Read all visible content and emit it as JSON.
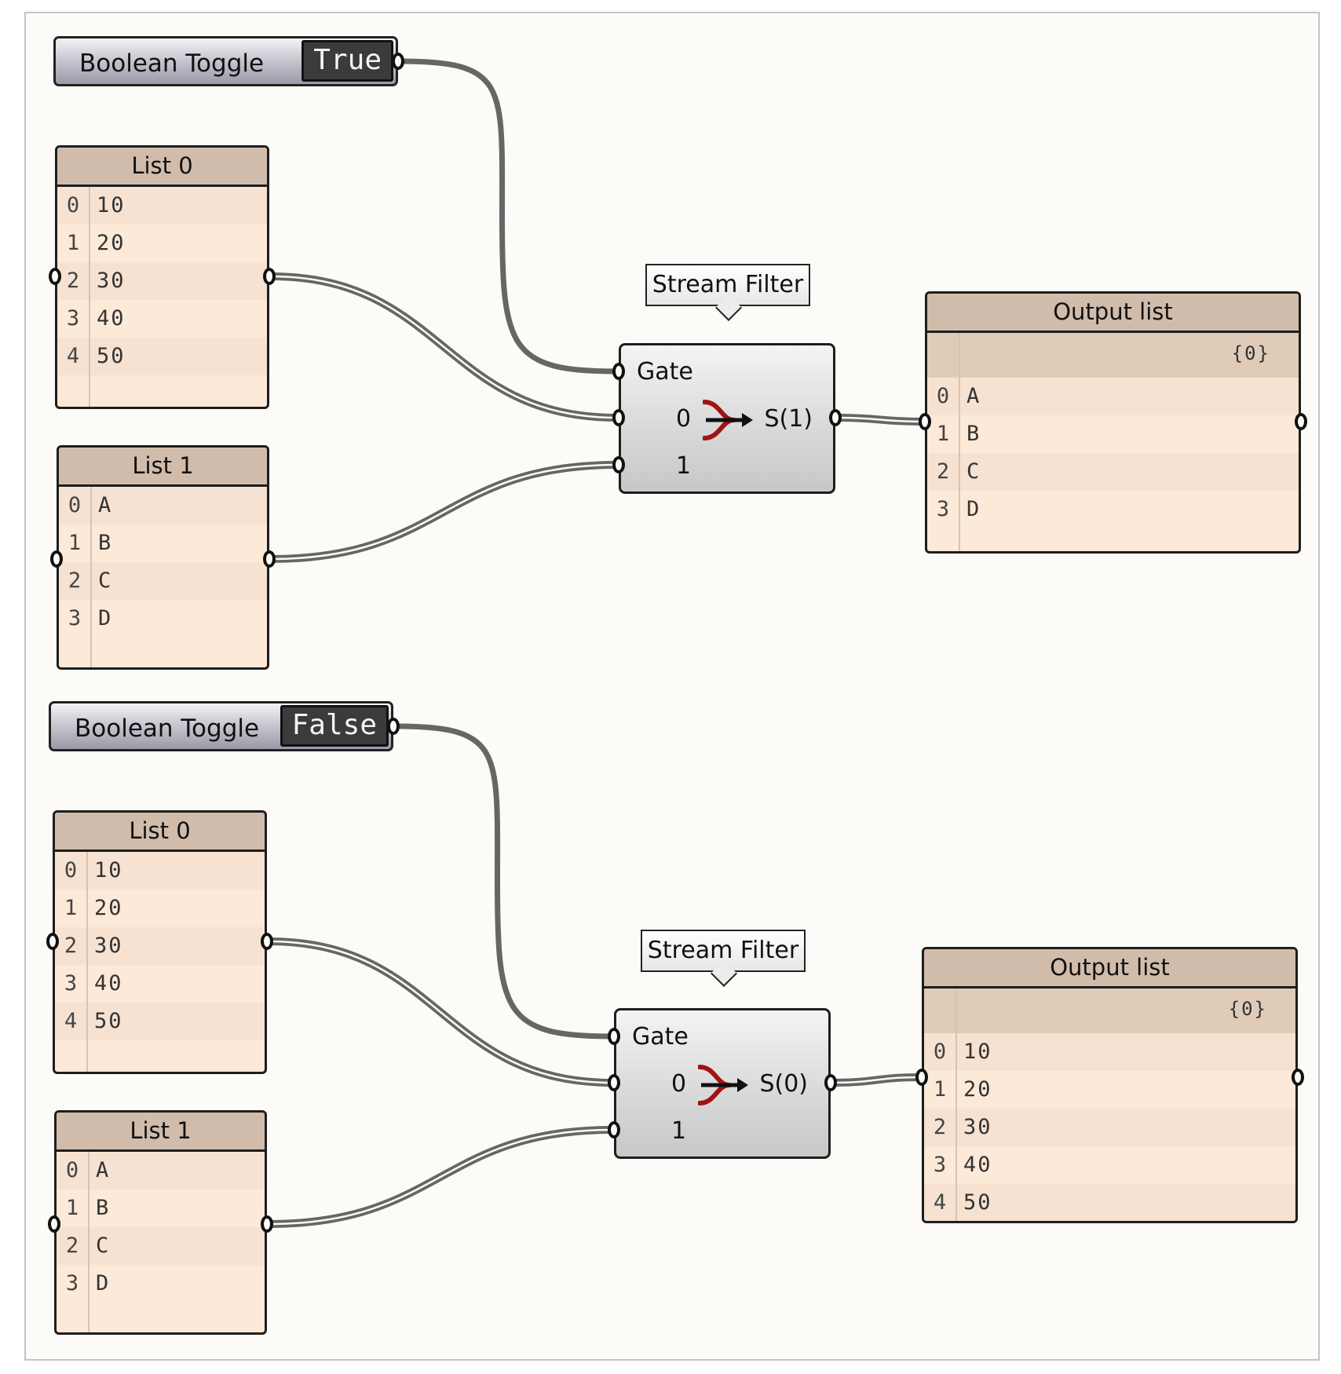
{
  "groups": [
    {
      "toggle": {
        "label": "Boolean Toggle",
        "value": "True"
      },
      "list0": {
        "title": "List 0",
        "items": [
          [
            "0",
            "10"
          ],
          [
            "1",
            "20"
          ],
          [
            "2",
            "30"
          ],
          [
            "3",
            "40"
          ],
          [
            "4",
            "50"
          ]
        ]
      },
      "list1": {
        "title": "List 1",
        "items": [
          [
            "0",
            "A"
          ],
          [
            "1",
            "B"
          ],
          [
            "2",
            "C"
          ],
          [
            "3",
            "D"
          ]
        ]
      },
      "callout": "Stream Filter",
      "component": {
        "gate": "Gate",
        "in0": "0",
        "in1": "1",
        "out": "S(1)"
      },
      "output": {
        "title": "Output list",
        "path": "{0}",
        "items": [
          [
            "0",
            "A"
          ],
          [
            "1",
            "B"
          ],
          [
            "2",
            "C"
          ],
          [
            "3",
            "D"
          ]
        ]
      }
    },
    {
      "toggle": {
        "label": "Boolean Toggle",
        "value": "False"
      },
      "list0": {
        "title": "List 0",
        "items": [
          [
            "0",
            "10"
          ],
          [
            "1",
            "20"
          ],
          [
            "2",
            "30"
          ],
          [
            "3",
            "40"
          ],
          [
            "4",
            "50"
          ]
        ]
      },
      "list1": {
        "title": "List 1",
        "items": [
          [
            "0",
            "A"
          ],
          [
            "1",
            "B"
          ],
          [
            "2",
            "C"
          ],
          [
            "3",
            "D"
          ]
        ]
      },
      "callout": "Stream Filter",
      "component": {
        "gate": "Gate",
        "in0": "0",
        "in1": "1",
        "out": "S(0)"
      },
      "output": {
        "title": "Output list",
        "path": "{0}",
        "items": [
          [
            "0",
            "10"
          ],
          [
            "1",
            "20"
          ],
          [
            "2",
            "30"
          ],
          [
            "3",
            "40"
          ],
          [
            "4",
            "50"
          ]
        ]
      }
    }
  ],
  "colors": {
    "canvas": "#fcfbf7",
    "panel": "#fde9d7",
    "panel_header": "#d1bcab",
    "wire": "#666666",
    "filter_icon": "#a01414"
  }
}
